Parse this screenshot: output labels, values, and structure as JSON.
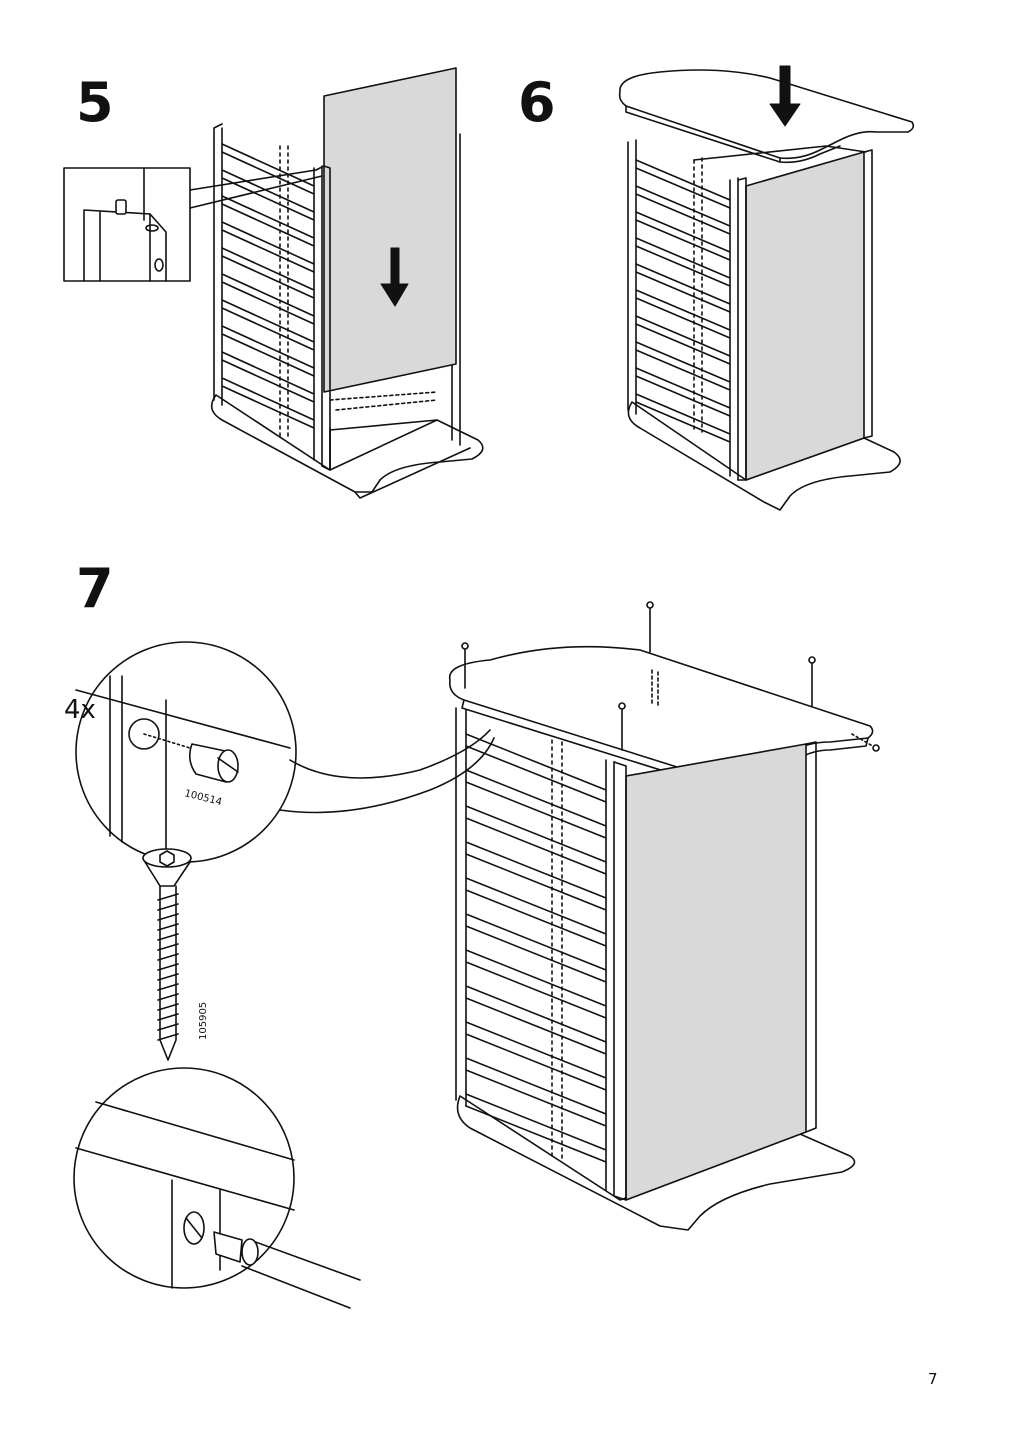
{
  "steps": {
    "step5": "5",
    "step6": "6",
    "step7": "7"
  },
  "parts": {
    "quantity": "4x",
    "dowel_part": "100514",
    "screw_part": "105905"
  },
  "page": {
    "number": "7"
  },
  "icons": [
    "arrow-down-icon",
    "dowel-icon",
    "screw-icon",
    "screwdriver-icon",
    "magnifier-circle"
  ],
  "colors": {
    "panel_fill": "#d9d9d9",
    "line": "#111111"
  }
}
